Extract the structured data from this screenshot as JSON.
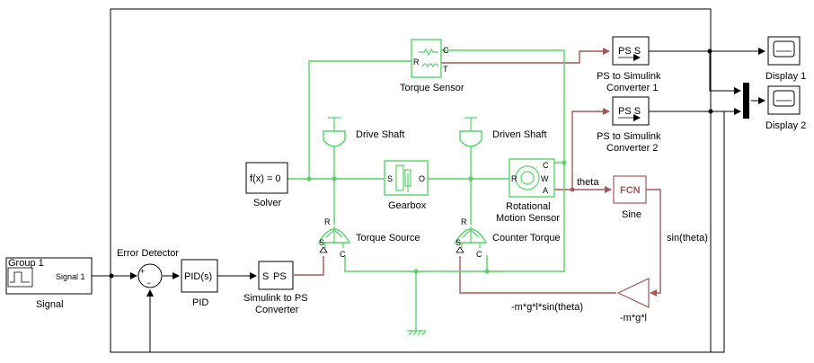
{
  "blocks": {
    "signal": {
      "inner_title": "Group 1",
      "port": "Signal 1",
      "label": "Signal"
    },
    "error_detector": {
      "label": "Error Detector",
      "plus": "+",
      "minus": "−"
    },
    "pid": {
      "text": "PID(s)",
      "label": "PID"
    },
    "sim_to_ps": {
      "port_s": "S",
      "port_ps": "PS",
      "label_1": "Simulink to PS",
      "label_2": "Converter"
    },
    "solver": {
      "text": "f(x) = 0",
      "label": "Solver"
    },
    "torque_sensor": {
      "label": "Torque Sensor",
      "port_r": "R",
      "port_c": "C",
      "port_t": "T"
    },
    "drive_shaft": {
      "label": "Drive Shaft"
    },
    "driven_shaft": {
      "label": "Driven Shaft"
    },
    "gearbox": {
      "label": "Gearbox",
      "port_s": "S",
      "port_o": "O"
    },
    "rot_motion_sensor": {
      "label_1": "Rotational",
      "label_2": "Motion Sensor",
      "port_r": "R",
      "port_c": "C",
      "port_w": "W",
      "port_a": "A"
    },
    "torque_source": {
      "label": "Torque Source",
      "port_s": "S",
      "port_r": "R",
      "port_c": "C"
    },
    "counter_torque": {
      "label": "Counter Torque",
      "port_s": "S",
      "port_r": "R",
      "port_c": "C"
    },
    "ps_sim_1": {
      "text": "PS S",
      "label_1": "PS to Simulink",
      "label_2": "Converter 1"
    },
    "ps_sim_2": {
      "text": "PS S",
      "label_1": "PS to Simulink",
      "label_2": "Converter 2"
    },
    "display_1": {
      "label": "Display 1"
    },
    "display_2": {
      "label": "Display 2"
    },
    "sine": {
      "text": "FCN",
      "label": "Sine"
    },
    "gain": {
      "label": "-m*g*l"
    }
  },
  "signals": {
    "theta": "theta",
    "sin_theta": "sin(theta)",
    "feedback": "-m*g*l*sin(theta)"
  },
  "colors": {
    "physical_connection": "#58d26b",
    "physical_signal": "#a05a5a",
    "simulink_signal": "#000000"
  }
}
